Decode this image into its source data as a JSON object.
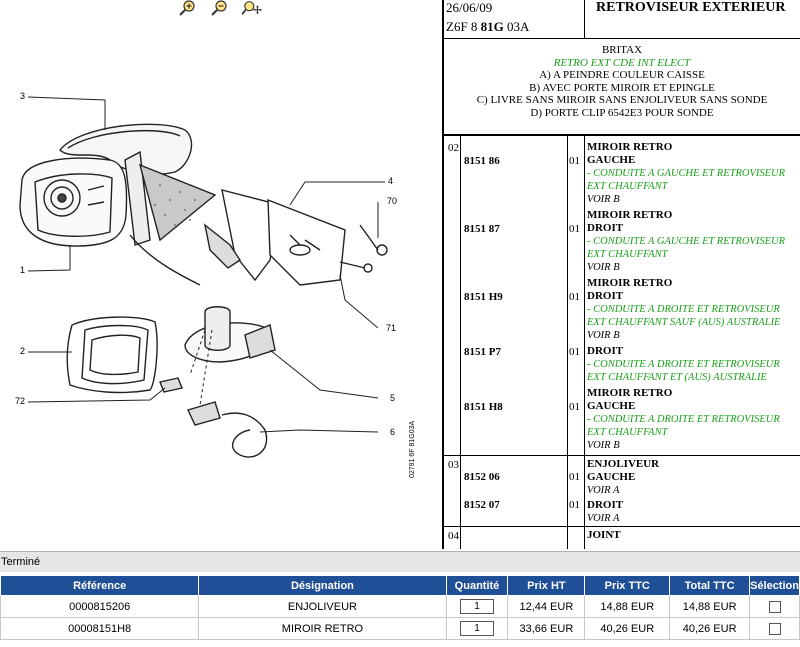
{
  "toolbar": {
    "zoom_in_icon": "zoom-in-icon",
    "zoom_out_icon": "zoom-out-icon",
    "pan_zoom_icon": "pan-zoom-icon"
  },
  "diagram": {
    "callouts": [
      "3",
      "1",
      "4",
      "70",
      "71",
      "5",
      "6",
      "2",
      "72"
    ],
    "side_text": "02791  6F  81G03A"
  },
  "header": {
    "date": "26/06/09",
    "code_prefix": "Z6F 8 ",
    "code_bold": "81G",
    "code_suffix": " 03A",
    "title": "RETROVISEUR EXTERIEUR"
  },
  "supplier": {
    "name": "BRITAX",
    "subtitle": "RETRO EXT CDE INT ELECT",
    "notes": [
      "A) A PEINDRE COULEUR CAISSE",
      "B) AVEC PORTE MIROIR ET EPINGLE",
      "C) LIVRE SANS MIROIR SANS ENJOLIVEUR SANS SONDE",
      "D) PORTE CLIP 6542E3 POUR SONDE"
    ]
  },
  "groups": [
    {
      "num": "02",
      "parts": [
        {
          "ref": "8151 86",
          "qty": "01",
          "name": "MIROIR RETRO",
          "side": "GAUCHE",
          "cond": [
            "- CONDUITE A GAUCHE ET RETROVISEUR",
            "EXT CHAUFFANT"
          ],
          "voir": "VOIR B"
        },
        {
          "ref": "8151 87",
          "qty": "01",
          "name": "MIROIR RETRO",
          "side": "DROIT",
          "cond": [
            "- CONDUITE A GAUCHE ET RETROVISEUR",
            "EXT CHAUFFANT"
          ],
          "voir": "VOIR B"
        },
        {
          "ref": "8151 H9",
          "qty": "01",
          "name": "MIROIR RETRO",
          "side": "DROIT",
          "cond": [
            "- CONDUITE A DROITE ET RETROVISEUR",
            "EXT CHAUFFANT SAUF (AUS) AUSTRALIE"
          ],
          "voir": "VOIR B"
        },
        {
          "ref": "8151 P7",
          "qty": "01",
          "name": "",
          "side": "DROIT",
          "cond": [
            "- CONDUITE A DROITE ET RETROVISEUR",
            "EXT CHAUFFANT ET (AUS) AUSTRALIE"
          ],
          "voir": ""
        },
        {
          "ref": "8151 H8",
          "qty": "01",
          "name": "MIROIR RETRO",
          "side": "GAUCHE",
          "cond": [
            "- CONDUITE A DROITE ET RETROVISEUR",
            "EXT CHAUFFANT"
          ],
          "voir": "VOIR B"
        }
      ]
    },
    {
      "num": "03",
      "parts": [
        {
          "ref": "8152 06",
          "qty": "01",
          "name": "ENJOLIVEUR",
          "side": "GAUCHE",
          "cond": [],
          "voir": "VOIR A"
        },
        {
          "ref": "8152 07",
          "qty": "01",
          "name": "",
          "side": "DROIT",
          "cond": [],
          "voir": "VOIR A"
        }
      ]
    },
    {
      "num": "04",
      "parts": [
        {
          "ref": "",
          "qty": "",
          "name": "JOINT",
          "side": "",
          "cond": [],
          "voir": ""
        }
      ]
    }
  ],
  "status": {
    "text": "Terminé"
  },
  "cart": {
    "headers": [
      "Référence",
      "Désignation",
      "Quantité",
      "Prix HT",
      "Prix TTC",
      "Total TTC",
      "Sélection"
    ],
    "rows": [
      {
        "ref": "0000815206",
        "designation": "ENJOLIVEUR",
        "qty": "1",
        "prix_ht": "12,44 EUR",
        "prix_ttc": "14,88 EUR",
        "total_ttc": "14,88 EUR"
      },
      {
        "ref": "00008151H8",
        "designation": "MIROIR RETRO",
        "qty": "1",
        "prix_ht": "33,66 EUR",
        "prix_ttc": "40,26 EUR",
        "total_ttc": "40,26 EUR"
      }
    ]
  }
}
